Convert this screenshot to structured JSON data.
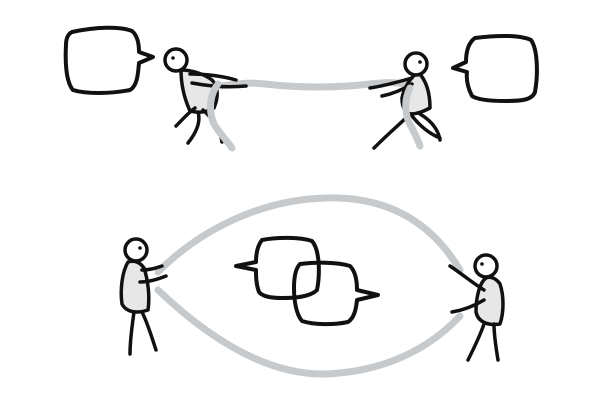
{
  "illustration": {
    "top_panel": {
      "description": "",
      "figures": 2,
      "speech_bubbles": 2
    },
    "bottom_panel": {
      "description": "",
      "figures": 2,
      "speech_bubbles": 2
    }
  },
  "colors": {
    "ink": "#111111",
    "rope": "#c7cacc",
    "shirt": "#e7e7e7",
    "background": "#ffffff"
  }
}
